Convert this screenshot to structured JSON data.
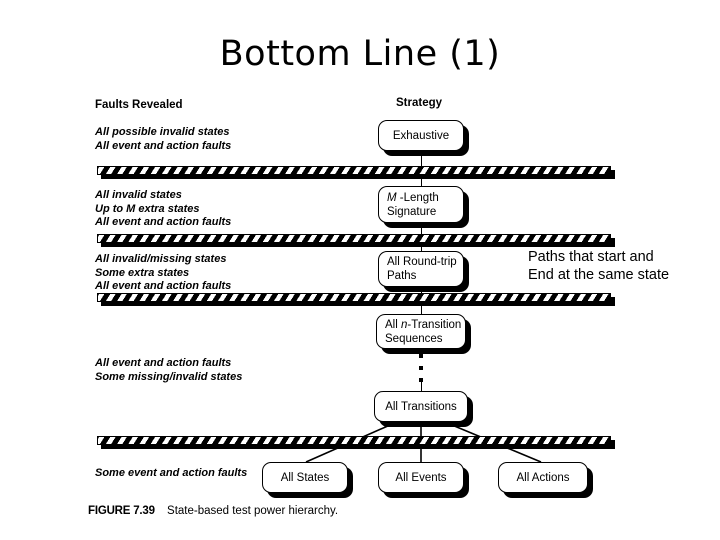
{
  "slide": {
    "title": "Bottom Line (1)",
    "background": "#ffffff",
    "ink": "#000000"
  },
  "figure": {
    "caption_number": "FIGURE 7.39",
    "caption_text": "State-based test power hierarchy.",
    "columns": {
      "left_header": "Faults Revealed",
      "right_header": "Strategy"
    },
    "faults_blocks": [
      {
        "id": "exhaustive-faults",
        "lines": [
          "All possible invalid states",
          "All event and action faults"
        ]
      },
      {
        "id": "m-length-faults",
        "lines": [
          "All invalid states",
          "Up to M extra states",
          "All event and action faults"
        ]
      },
      {
        "id": "round-trip-faults",
        "lines": [
          "All invalid/missing states",
          "Some extra states",
          "All event and action faults"
        ]
      },
      {
        "id": "n-transition-faults",
        "lines": [
          "All event and action faults",
          "Some missing/invalid states"
        ]
      },
      {
        "id": "all-states-faults",
        "lines": [
          "Some event and action faults"
        ]
      }
    ],
    "strategy_nodes": [
      {
        "id": "exhaustive",
        "label": "Exhaustive"
      },
      {
        "id": "m-length",
        "label": "M -Length\nSignature"
      },
      {
        "id": "all-round-trip",
        "label": "All Round-trip\nPaths"
      },
      {
        "id": "n-transition",
        "label": "All n-Transition\nSequences"
      },
      {
        "id": "all-transitions",
        "label": "All Transitions"
      },
      {
        "id": "all-states",
        "label": "All States"
      },
      {
        "id": "all-events",
        "label": "All Events"
      },
      {
        "id": "all-actions",
        "label": "All Actions"
      }
    ],
    "separator_bars": 4,
    "ellipsis_dots": 3
  },
  "annotation": {
    "lines": [
      "Paths that start and",
      "End at the same state"
    ]
  }
}
